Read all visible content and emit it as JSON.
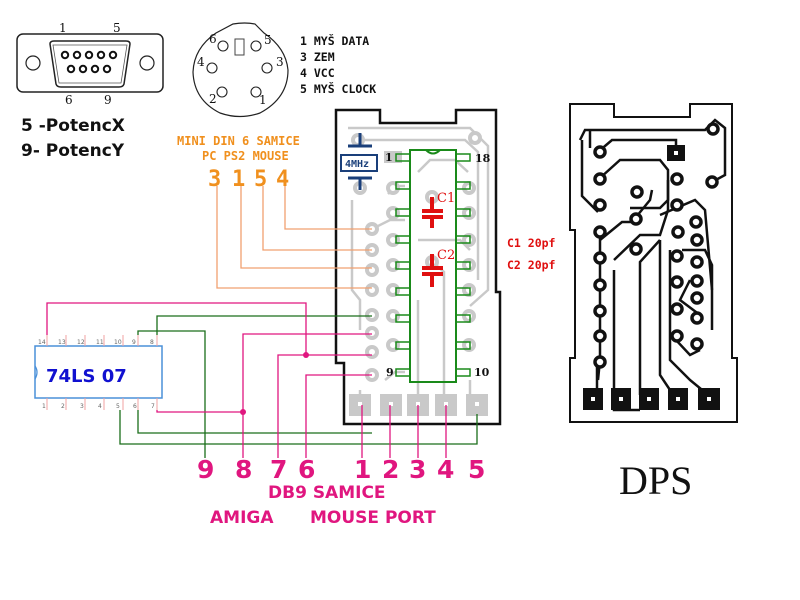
{
  "db9_connector": {
    "pin_top_left": "1",
    "pin_top_right": "5",
    "pin_bottom_left": "6",
    "pin_bottom_right": "9",
    "notes": [
      "5 -PotencX",
      "9- PotencY"
    ]
  },
  "mini_din": {
    "pins": [
      "6",
      "5",
      "4",
      "3",
      "2",
      "1"
    ],
    "legend": [
      "1 MYŠ DATA",
      "3 ZEM",
      "4 VCC",
      "5 MYŠ CLOCK"
    ],
    "title_line1": "MINI DIN 6 SAMICE",
    "title_line2": "PC PS2 MOUSE",
    "wire_pins": [
      "3",
      "1",
      "5",
      "4"
    ]
  },
  "board": {
    "crystal_label": "4MHz",
    "chip_pin_first": "1",
    "chip_pin_last": "18",
    "chip_pin_9": "9",
    "chip_pin_10": "10",
    "cap1": "C1",
    "cap2": "C2",
    "cap_values": [
      "C1 20pf",
      "C2 20pf"
    ]
  },
  "ic_74ls07": {
    "label": "74LS 07",
    "top_pins": [
      "14",
      "13",
      "12",
      "11",
      "10",
      "9",
      "8"
    ],
    "bottom_pins": [
      "1",
      "2",
      "3",
      "4",
      "5",
      "6",
      "7"
    ]
  },
  "db9_output": {
    "pins": [
      "9",
      "8",
      "7",
      "6",
      "1",
      "2",
      "3",
      "4",
      "5"
    ],
    "title": "DB9 SAMICE",
    "subtitle_left": "AMIGA",
    "subtitle_right": "MOUSE PORT"
  },
  "pcb": {
    "label": "DPS"
  },
  "colors": {
    "orange": "#f0901e",
    "magenta": "#e0167f",
    "green": "#1a6e1a",
    "blue": "#1010d0",
    "red": "#e01010",
    "navy": "#1a3f7a",
    "gray": "#c8c8c8"
  }
}
